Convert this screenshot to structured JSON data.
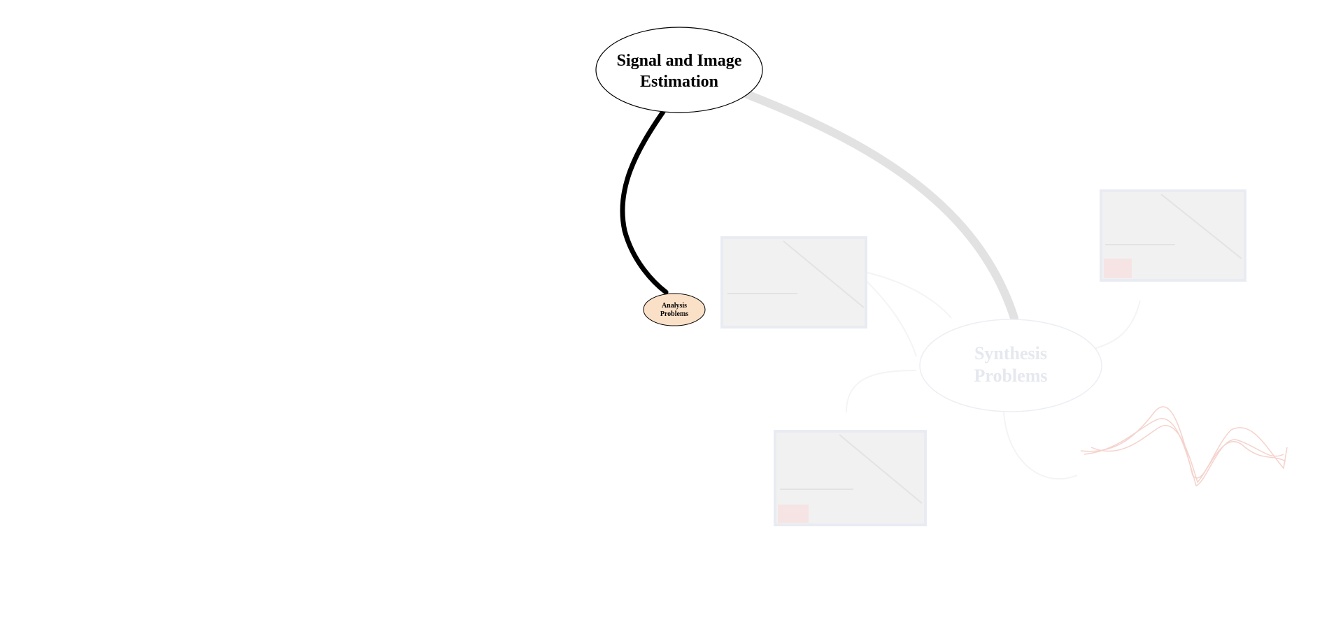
{
  "diagram": {
    "root": {
      "label_line1": "Signal and Image",
      "label_line2": "Estimation",
      "fill": "#ffffff",
      "text_color": "#000000"
    },
    "analysis": {
      "label_line1": "Analysis",
      "label_line2": "Problems",
      "fill": "#fbe0c8",
      "text_color": "#000000"
    },
    "synthesis": {
      "label_line1": "Synthesis",
      "label_line2": "Problems",
      "fill": "#ffffff",
      "text_color": "#e6e8ef",
      "faded": true
    },
    "edges": [
      {
        "from": "root",
        "to": "analysis",
        "color": "#000000",
        "emphasis": "strong"
      },
      {
        "from": "root",
        "to": "synthesis",
        "color": "#e2e2e2",
        "emphasis": "faded"
      }
    ],
    "thumbnails": [
      {
        "name": "harbor-photo-1",
        "icon": "harbor-photo-icon"
      },
      {
        "name": "harbor-photo-2",
        "icon": "harbor-photo-icon"
      },
      {
        "name": "harbor-photo-3",
        "icon": "harbor-photo-icon"
      },
      {
        "name": "waveform-plot",
        "icon": "waveform-icon",
        "color": "#f3c8c0"
      }
    ]
  }
}
